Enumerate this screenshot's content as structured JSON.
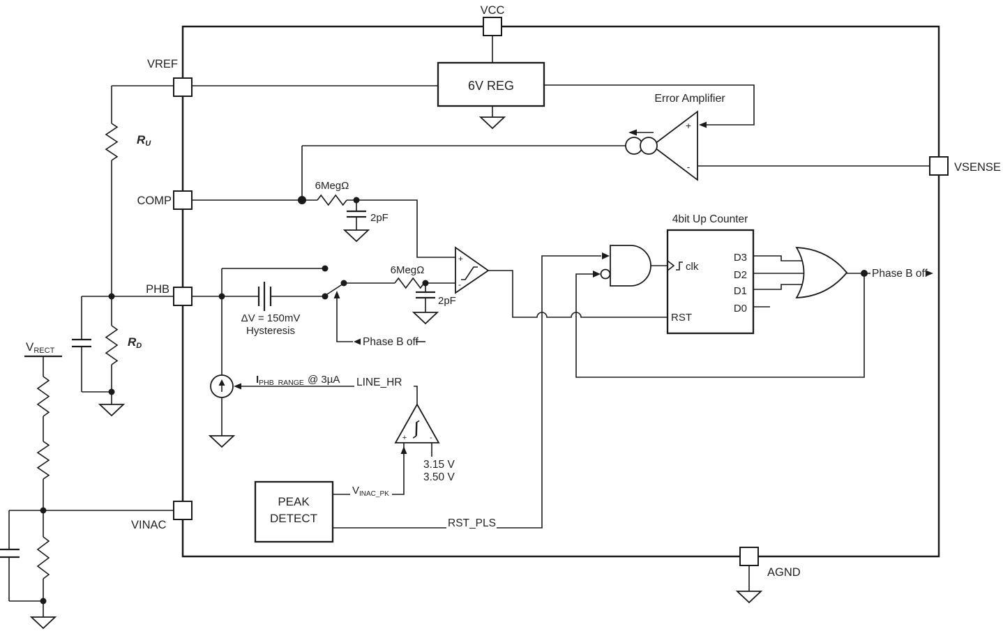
{
  "pins": {
    "vcc": "VCC",
    "vref": "VREF",
    "comp": "COMP",
    "phb": "PHB",
    "vinac": "VINAC",
    "vsense": "VSENSE",
    "agnd": "AGND"
  },
  "blocks": {
    "regulator": "6V REG",
    "peak_detect_line1": "PEAK",
    "peak_detect_line2": "DETECT"
  },
  "counter": {
    "title": "4bit Up Counter",
    "clk": "clk",
    "rst": "RST",
    "d3": "D3",
    "d2": "D2",
    "d1": "D1",
    "d0": "D0"
  },
  "error_amp": {
    "label": "Error Amplifier",
    "plus": "+",
    "minus": "-"
  },
  "comparator_phb": {
    "plus": "+",
    "minus": "-"
  },
  "comparator_line": {
    "plus": "+",
    "minus": "-",
    "threshold_low": "3.15 V",
    "threshold_high": "3.50 V"
  },
  "components": {
    "comp_filter_r": "6MegΩ",
    "comp_filter_c": "2pF",
    "phb_filter_r": "6MegΩ",
    "phb_filter_c": "2pF",
    "hysteresis_line1": "ΔV = 150mV",
    "hysteresis_line2": "Hysteresis",
    "ru_sym": "R",
    "ru_sub": "U",
    "rd_sym": "R",
    "rd_sub": "D"
  },
  "signals": {
    "phase_b_off_switch": "Phase B off",
    "phase_b_off_out": "Phase B off",
    "iphb_sym": "I",
    "iphb_sub": "PHB_RANGE",
    "iphb_value": "@  3µA",
    "line_hr": "LINE_HR",
    "vinac_pk_sym": "V",
    "vinac_pk_sub": "INAC_PK",
    "rst_pls": "RST_PLS",
    "vrect_sym": "V",
    "vrect_sub": "RECT"
  }
}
